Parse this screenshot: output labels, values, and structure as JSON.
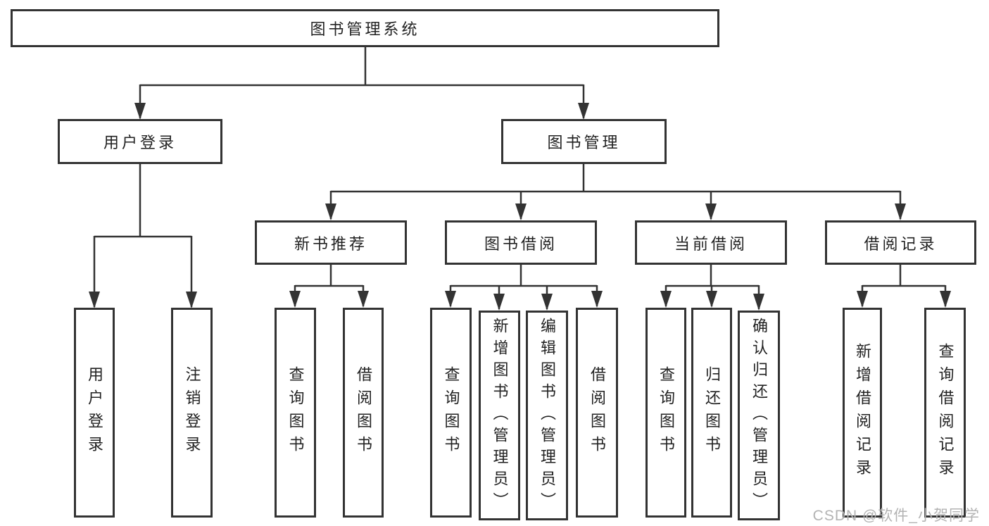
{
  "nodes": {
    "root": {
      "label": "图书管理系统"
    },
    "user_login": {
      "label": "用户登录"
    },
    "book_management": {
      "label": "图书管理"
    },
    "new_book": {
      "label": "新书推荐"
    },
    "book_borrow": {
      "label": "图书借阅"
    },
    "current_borrow": {
      "label": "当前借阅"
    },
    "borrow_record": {
      "label": "借阅记录"
    },
    "ul_login": {
      "label": "用户登录"
    },
    "ul_logout": {
      "label": "注销登录"
    },
    "nb_query": {
      "label": "查询图书"
    },
    "nb_borrow": {
      "label": "借阅图书"
    },
    "bb_query": {
      "label": "查询图书"
    },
    "bb_add": {
      "label": "新增图书（管理员）"
    },
    "bb_edit": {
      "label": "编辑图书（管理员）"
    },
    "bb_borrow": {
      "label": "借阅图书"
    },
    "cb_query": {
      "label": "查询图书"
    },
    "cb_return": {
      "label": "归还图书"
    },
    "cb_confirm": {
      "label": "确认归还（管理员）"
    },
    "br_add": {
      "label": "新增借阅记录"
    },
    "br_query": {
      "label": "查询借阅记录"
    }
  },
  "watermark": {
    "text": "CSDN @软件_小贺同学"
  },
  "colors": {
    "line": "#333333",
    "box_border": "#333333",
    "text": "#222222",
    "watermark": "#b3b3b3",
    "background": "#ffffff"
  }
}
